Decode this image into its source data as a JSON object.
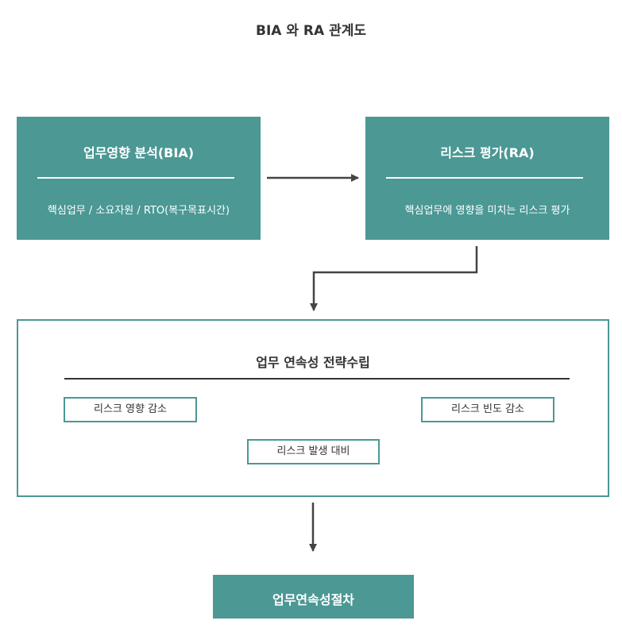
{
  "diagram": {
    "title": "BIA 와 RA 관계도",
    "bia": {
      "title": "업무영향 분석(BIA)",
      "description": "핵심업무 / 소요자원 / RTO(복구목표시간)"
    },
    "ra": {
      "title": "리스크 평가(RA)",
      "description": "핵심업무에 영향을 미치는 리스크 평가"
    },
    "strategy": {
      "title": "업무 연속성 전략수립",
      "items": {
        "impact_reduction": "리스크 영향 감소",
        "frequency_reduction": "리스크 빈도 감소",
        "occurrence_preparation": "리스크 발생 대비"
      }
    },
    "procedure": {
      "title": "업무연속성절차"
    }
  },
  "colors": {
    "teal": "#4b9894",
    "dark_text": "#333333",
    "arrow": "#444444"
  }
}
